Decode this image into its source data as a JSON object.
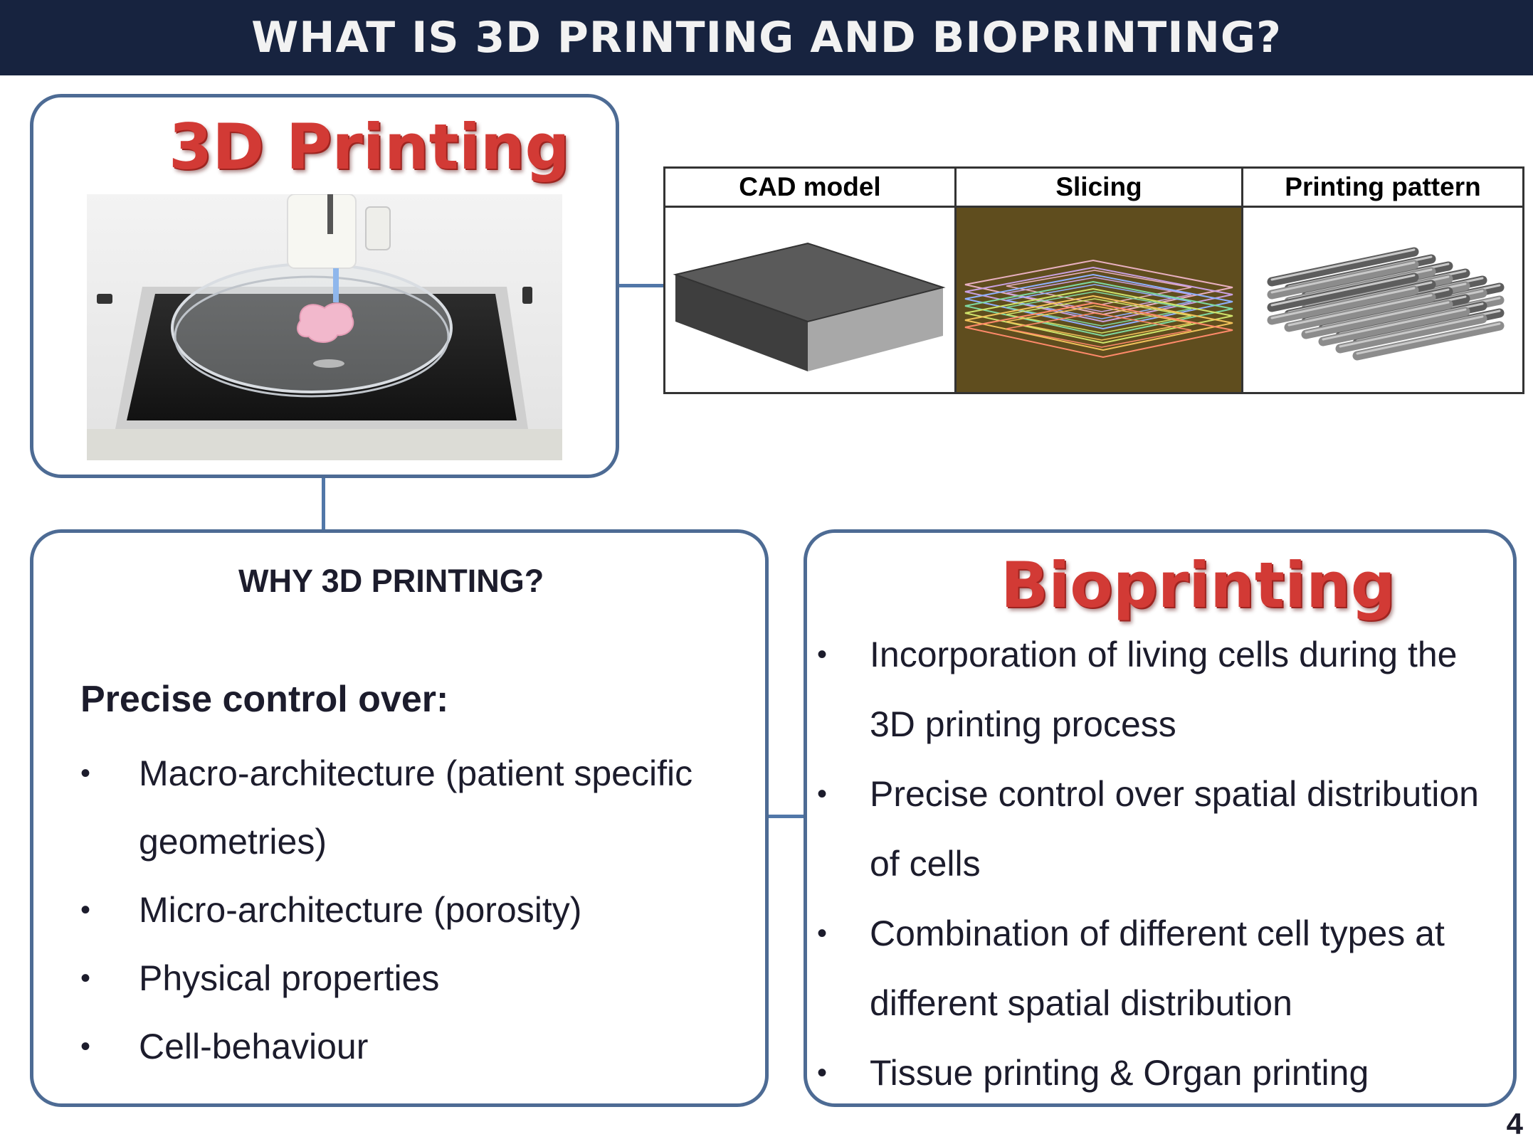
{
  "header": {
    "title": "WHAT IS 3D PRINTING AND BIOPRINTING?"
  },
  "printing_box": {
    "title": "3D Printing",
    "photo": "bioprinter-photo"
  },
  "pipeline": {
    "steps": [
      {
        "label": "CAD model"
      },
      {
        "label": "Slicing"
      },
      {
        "label": "Printing pattern"
      }
    ],
    "slicing_colors": [
      "#e8b0c0",
      "#c8a0e0",
      "#8fb0ff",
      "#7fd8a0",
      "#cfe36a",
      "#f2c25a",
      "#ff8a6a"
    ]
  },
  "why_box": {
    "title": "WHY 3D PRINTING?",
    "subtitle": "Precise control over:",
    "items": [
      "Macro-architecture (patient specific geometries)",
      "Micro-architecture (porosity)",
      "Physical properties",
      "Cell-behaviour"
    ]
  },
  "bio_box": {
    "title": "Bioprinting",
    "items": [
      "Incorporation of living cells during the 3D printing process",
      "Precise control over spatial distribution of cells",
      "Combination of different cell types at different spatial distribution",
      "Tissue printing & Organ printing"
    ]
  },
  "colors": {
    "header_bg": "#17233f",
    "box_border": "#4d6b94",
    "title_red": "#d23a35"
  },
  "page_number": "4"
}
